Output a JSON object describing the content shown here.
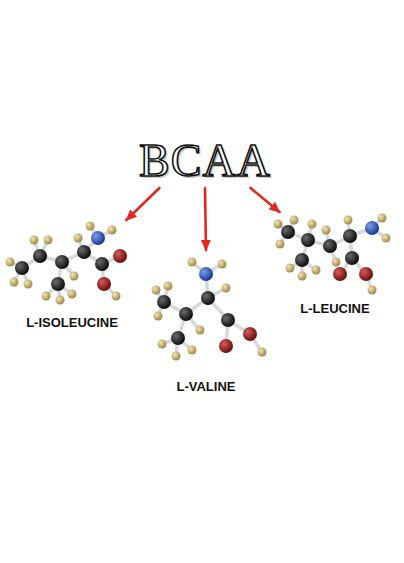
{
  "diagram": {
    "nodes": [
      {
        "text": [
          "BCAA"
        ]
      },
      {
        "text": [
          "L-ISOLEUCINE"
        ]
      },
      {
        "text": [
          "L-LEUCINE"
        ]
      },
      {
        "text": [
          "L-VALINE"
        ]
      }
    ],
    "edges": [
      {
        "from": 0,
        "to": 1,
        "arrow": "to"
      },
      {
        "from": 0,
        "to": 3,
        "arrow": "to"
      },
      {
        "from": 0,
        "to": 2,
        "arrow": "to"
      }
    ]
  }
}
